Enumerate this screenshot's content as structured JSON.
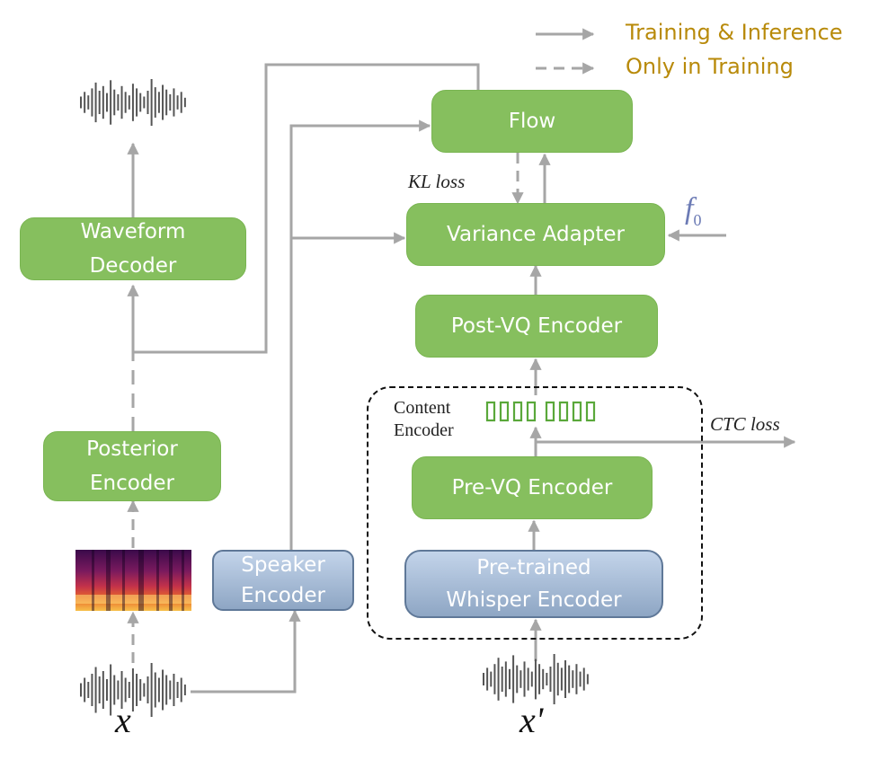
{
  "legend": {
    "solid_label": "Training & Inference",
    "dashed_label": "Only in Training"
  },
  "blocks": {
    "flow": "Flow",
    "variance_adapter": "Variance Adapter",
    "post_vq_encoder": "Post-VQ Encoder",
    "pre_vq_encoder": "Pre-VQ Encoder",
    "whisper_line1": "Pre-trained",
    "whisper_line2": "Whisper Encoder",
    "waveform_line1": "Waveform",
    "waveform_line2": "Decoder",
    "posterior_line1": "Posterior",
    "posterior_line2": "Encoder",
    "speaker_line1": "Speaker",
    "speaker_line2": "Encoder"
  },
  "labels": {
    "kl_loss": "KL loss",
    "ctc_loss": "CTC loss",
    "content_line1": "Content",
    "content_line2": "Encoder",
    "f0": "f",
    "f0_sub": "0",
    "x": "x",
    "x_prime": "x'"
  },
  "colors": {
    "block_green": "#86bf5e",
    "block_blue": "#8ea6c4",
    "arrow_gray": "#a6a6a6",
    "legend_text": "#b88a0a",
    "f0": "#6c7bb5"
  }
}
